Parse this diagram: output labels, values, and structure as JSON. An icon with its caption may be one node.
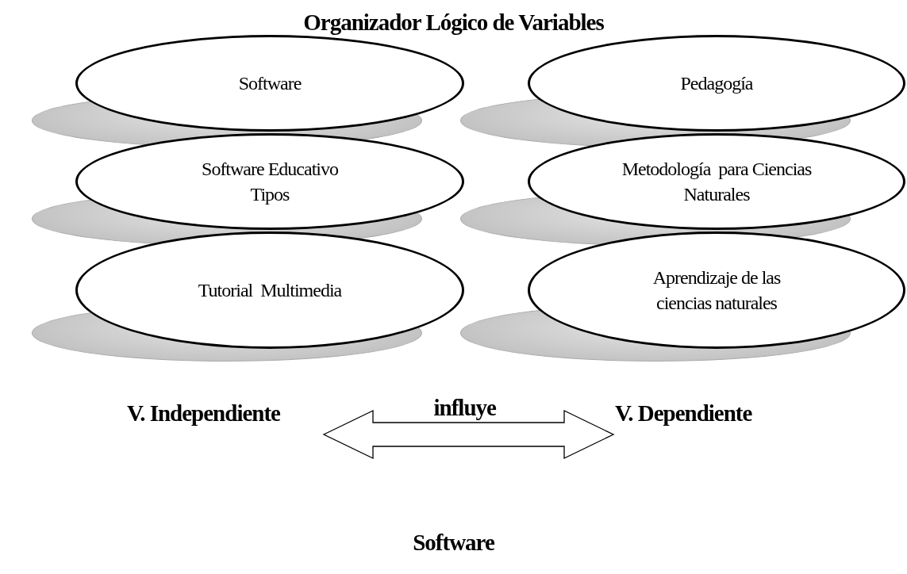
{
  "diagram": {
    "title": "Organizador Lógico de Variables",
    "nodes": [
      {
        "text": [
          "Software"
        ]
      },
      {
        "text": [
          "Pedagogía"
        ]
      },
      {
        "text": [
          "Software Educativo Tipos"
        ]
      },
      {
        "text": [
          "Metodología  para Ciencias Naturales"
        ]
      },
      {
        "text": [
          "Tutorial  Multimedia"
        ]
      },
      {
        "text": [
          "Aprendizaje de las ciencias naturales"
        ]
      },
      {
        "text": [
          "V. Independiente"
        ]
      },
      {
        "text": [
          "V. Dependiente"
        ]
      }
    ],
    "edges": [
      {
        "from": 6,
        "to": 7,
        "arrow": "both",
        "label": "influye"
      }
    ],
    "labels": [
      "Software"
    ]
  }
}
